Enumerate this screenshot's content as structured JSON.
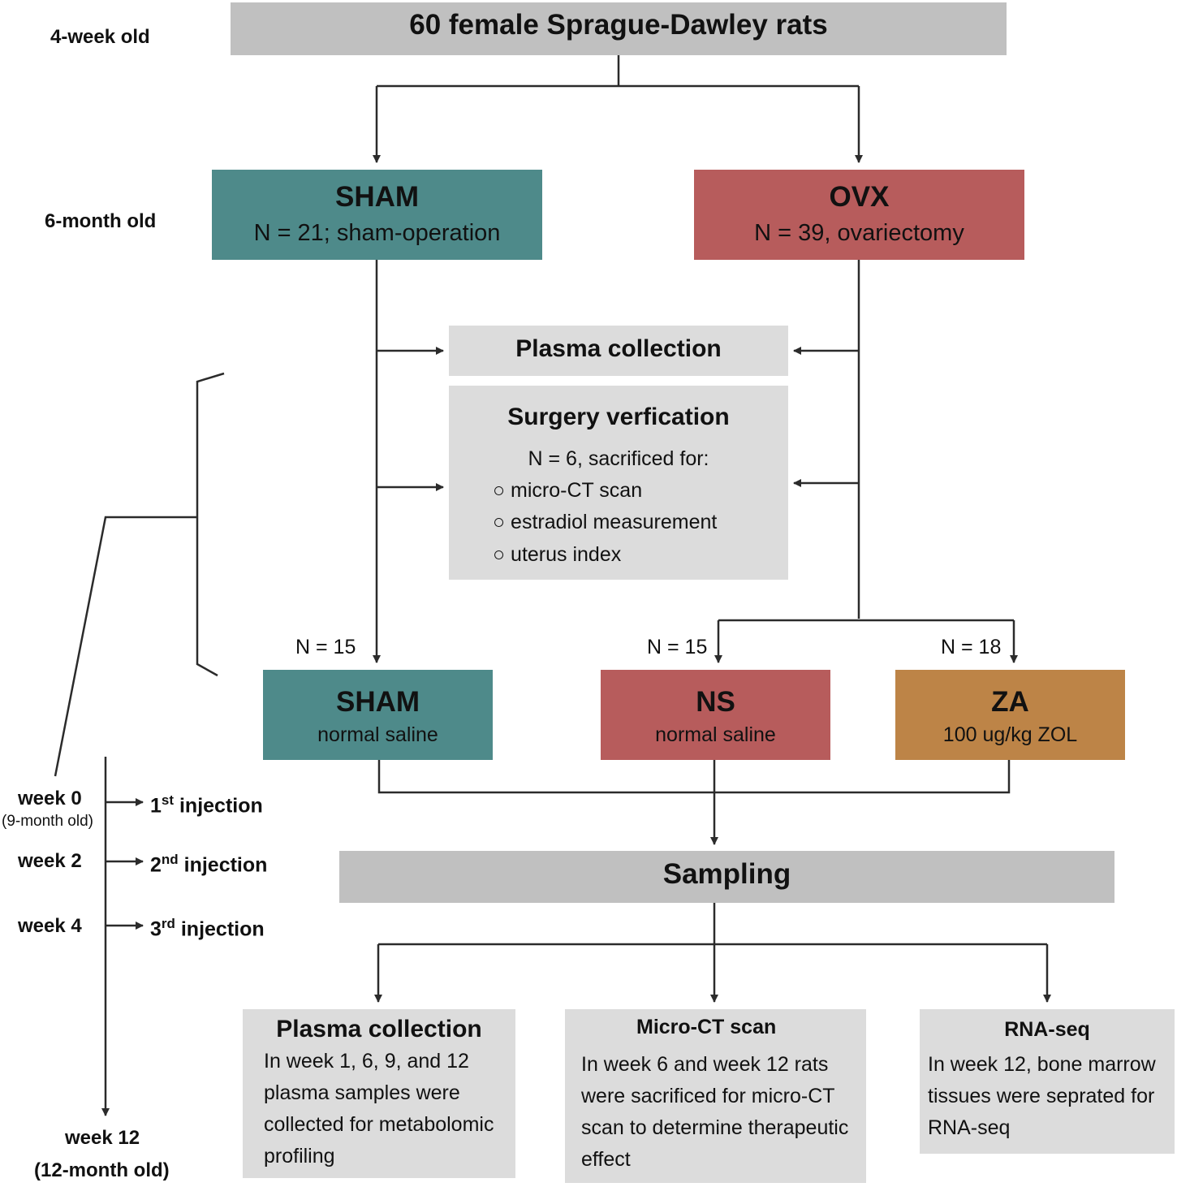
{
  "colors": {
    "sham": "#4e8a8a",
    "ovx": "#b75c5c",
    "za": "#bd8447",
    "dark_gray": "#c0c0c0",
    "light_gray": "#dcdcdc"
  },
  "top": {
    "title": "60 female Sprague-Dawley rats",
    "age": "4-week old"
  },
  "groups": {
    "age": "6-month old",
    "sham": {
      "title": "SHAM",
      "subtitle": "N = 21; sham-operation"
    },
    "ovx": {
      "title": "OVX",
      "subtitle": "N = 39, ovariectomy"
    }
  },
  "plasma_collection": "Plasma collection",
  "surgery": {
    "title": "Surgery verfication",
    "subtitle": "N = 6, sacrificed for:",
    "items": [
      "○ micro-CT scan",
      "○ estradiol measurement",
      "○ uterus index"
    ]
  },
  "treatment": {
    "sham": {
      "n": "N = 15",
      "title": "SHAM",
      "subtitle": "normal saline"
    },
    "ns": {
      "n": "N = 15",
      "title": "NS",
      "subtitle": "normal saline"
    },
    "za": {
      "n": "N = 18",
      "title": "ZA",
      "subtitle": "100 ug/kg ZOL"
    }
  },
  "sampling": "Sampling",
  "timeline": {
    "week0": "week 0",
    "week0_sub": "(9-month old)",
    "week2": "week 2",
    "week4": "week 4",
    "week12": "week 12",
    "week12_sub": "(12-month old)",
    "inj1": {
      "num": "1",
      "sup": "st",
      "rest": " injection"
    },
    "inj2": {
      "num": "2",
      "sup": "nd",
      "rest": " injection"
    },
    "inj3": {
      "num": "3",
      "sup": "rd",
      "rest": " injection"
    }
  },
  "outputs": {
    "plasma": {
      "title": "Plasma collection",
      "lines": [
        "In week 1, 6, 9, and 12",
        "plasma samples were",
        "collected for metabolomic",
        "profiling"
      ]
    },
    "microct": {
      "title": "Micro-CT scan",
      "lines": [
        "In week 6 and week 12 rats",
        "were sacrificed for micro-CT",
        "scan to determine therapeutic",
        "effect"
      ]
    },
    "rnaseq": {
      "title": "RNA-seq",
      "lines": [
        "In week 12, bone marrow",
        "tissues were seprated for",
        "RNA-seq"
      ]
    }
  }
}
